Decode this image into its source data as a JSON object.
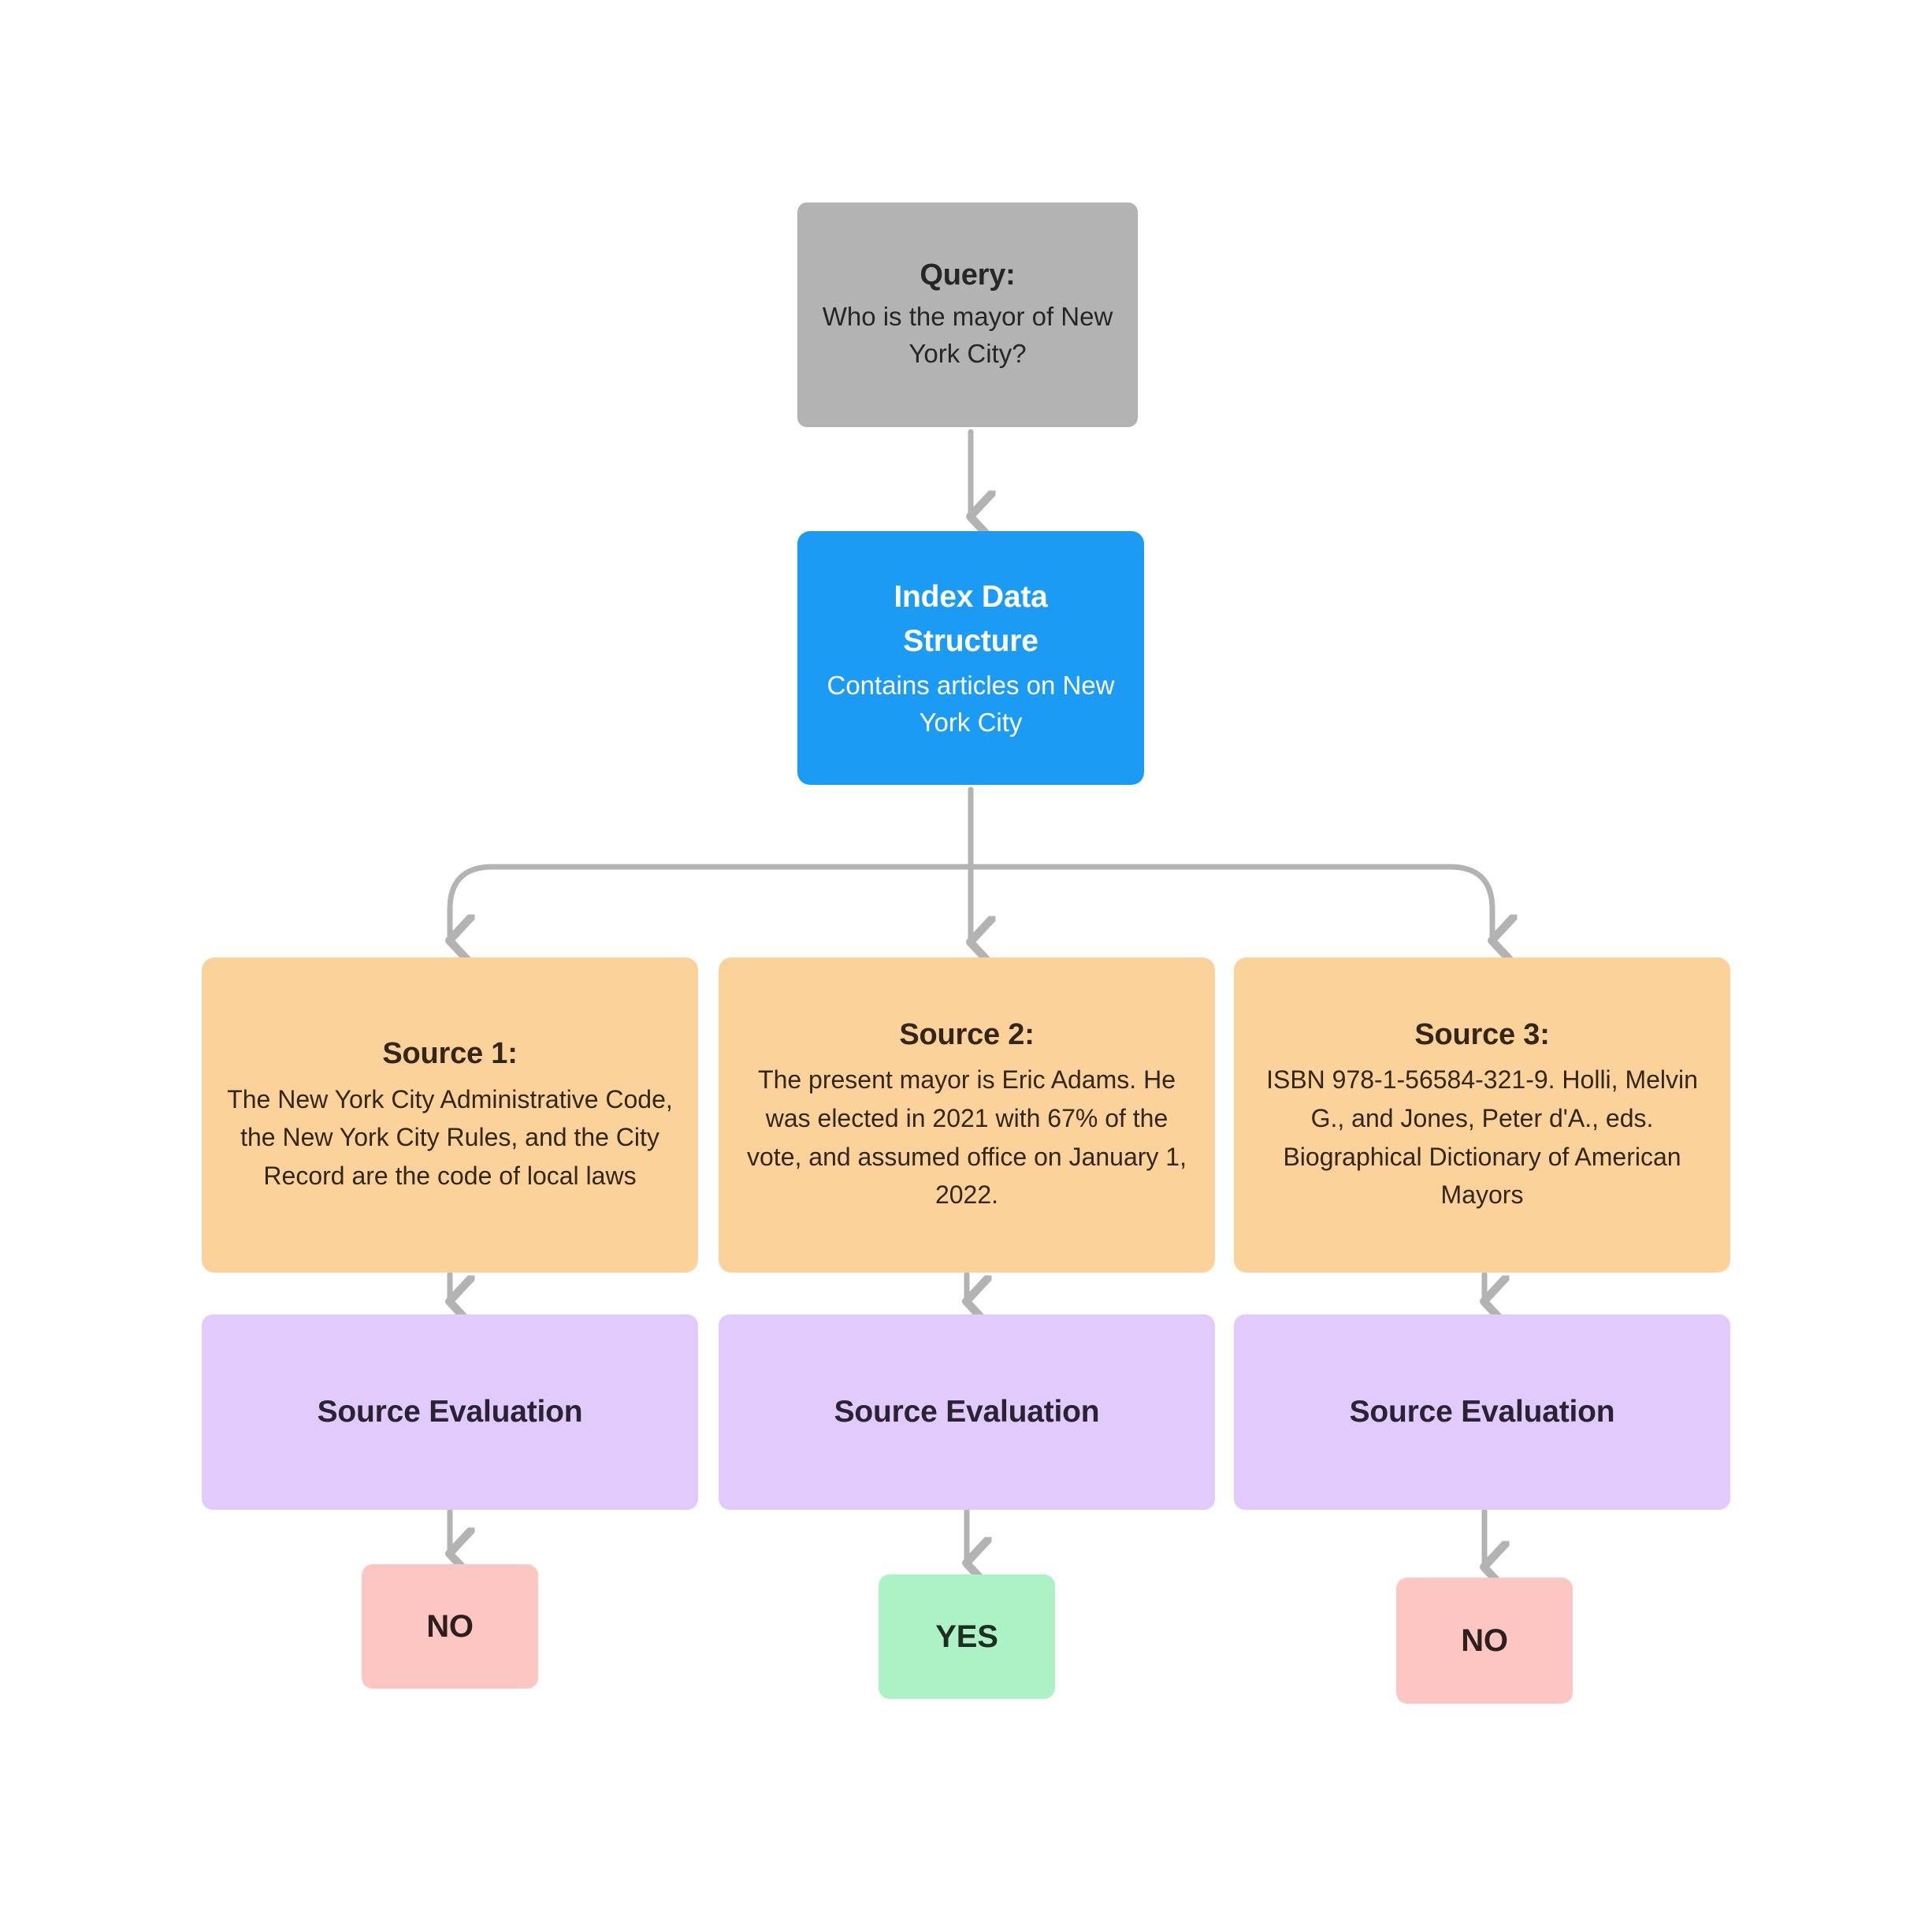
{
  "diagram": {
    "type": "flowchart",
    "orientation": "top-down",
    "background_color": "#ffffff",
    "connector_color": "#b3b3b3"
  },
  "query": {
    "title": "Query:",
    "body": "Who is the mayor of New York City?",
    "color": "#b3b3b3"
  },
  "index": {
    "title": "Index Data Structure",
    "body": "Contains articles on New York City",
    "color": "#1c9bf5"
  },
  "sources": [
    {
      "title": "Source 1:",
      "body": "The New York City Administrative Code, the New York City Rules, and the City Record are the code of local laws",
      "color": "#fcd29b"
    },
    {
      "title": "Source 2:",
      "body": "The present mayor is Eric Adams. He was elected in 2021 with 67% of the vote, and assumed office on January 1, 2022.",
      "color": "#fcd29b"
    },
    {
      "title": "Source 3:",
      "body": "ISBN 978-1-56584-321-9. Holli, Melvin G., and Jones, Peter d'A., eds. Biographical Dictionary of American Mayors",
      "color": "#fcd29b"
    }
  ],
  "evaluations": [
    {
      "title": "Source Evaluation",
      "color": "#e0cbfc"
    },
    {
      "title": "Source Evaluation",
      "color": "#e0cbfc"
    },
    {
      "title": "Source Evaluation",
      "color": "#e0cbfc"
    }
  ],
  "verdicts": [
    {
      "label": "NO",
      "color": "#fcc6c2"
    },
    {
      "label": "YES",
      "color": "#adf2c4"
    },
    {
      "label": "NO",
      "color": "#fcc6c2"
    }
  ]
}
